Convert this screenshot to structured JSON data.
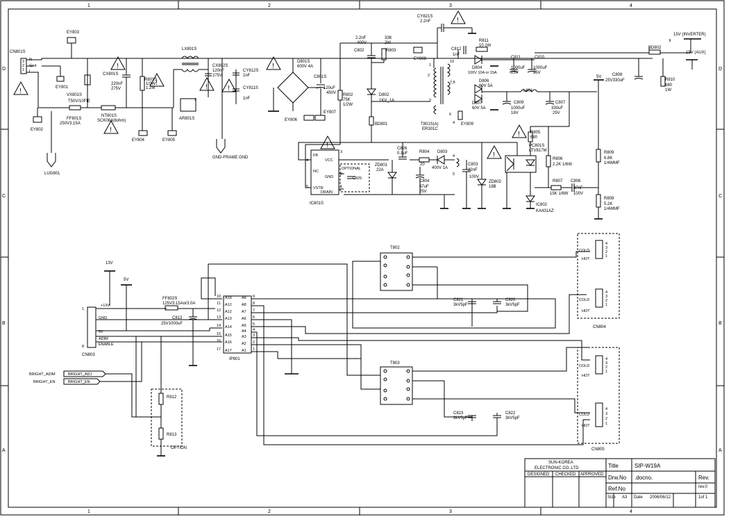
{
  "frame": {
    "cols": [
      "1",
      "2",
      "3",
      "4"
    ],
    "rows": [
      "D",
      "C",
      "B",
      "A"
    ]
  },
  "power_section": {
    "cn801s": "CN801S",
    "pin_numbers": [
      "3",
      "2",
      "1"
    ],
    "pin_labels": [
      "N",
      "Gnd",
      "L"
    ],
    "ey803": "EY803",
    "ey801": "EY801",
    "ey802": "EY802",
    "lug801": "LUG801",
    "vx801s": "VX801S",
    "cx801s": "CX801S",
    "cx801s_val": [
      "220nF",
      "275V"
    ],
    "r801s": "R801S",
    "r801s_val": [
      "1/2W",
      "1.2M"
    ],
    "ff801s": "FF801S",
    "ff801s_val": [
      "T50V/10FIE",
      "250V3.15A"
    ],
    "nt801s": "NT801S",
    "nt801s_val": "SCK084(8ohm)",
    "ey804": "EY804",
    "ey805": "EY805",
    "lx801s": "LX801S",
    "cx802s": "CX802S",
    "cx802s_val": [
      "120nF",
      "275V"
    ],
    "ar801s": "AR801S",
    "cy812s": "CY812S",
    "cy812s_val": "1nF",
    "cy811s": "CY811S",
    "cy811s_val": "1nF",
    "gnd_frame": "GND-FRAME GND",
    "d801s": "D801S",
    "d801s_val": "600V 4A",
    "ey806": "EY806",
    "ey807": "EY807",
    "c801s": "C801S",
    "c801s_val": [
      "120uF",
      "450V"
    ],
    "r802": "R802",
    "r802_val": [
      "75K",
      "1/2W"
    ],
    "c802": "C802",
    "c802_val": [
      "2.2nF",
      "400V"
    ],
    "r803": "R803",
    "r803_val": [
      "33K",
      "2W"
    ],
    "d802": "D802",
    "d802_val": "1KV_1A",
    "bd801": "BD801",
    "cy821s": "CY821S",
    "cy821s_val": "2.2nF",
    "ey808": "EY808",
    "ey809": "EY809",
    "t801s": "T801S(A)",
    "t801s_part": "ER301C",
    "t_pins": [
      "1",
      "2",
      "3",
      "4",
      "10",
      "7,8",
      "6"
    ],
    "c812": "C812",
    "c812_val": "1nF",
    "r811": "R811",
    "r811_val": "10 1W",
    "d804": "D804",
    "d804_val": "100V 10A  or 15A",
    "d806": "D806",
    "d806_val": "60V 5A",
    "d807": "D807",
    "d807_val": "60V 5A",
    "c811": "C811",
    "c811_val": [
      "1000uF",
      "25V"
    ],
    "c810": "C810",
    "c810_val": [
      "1000uF",
      "25V"
    ],
    "l801": "L801",
    "c809": "C809",
    "c809_val": [
      "1000uF",
      "16V"
    ],
    "c807": "C807",
    "c807_val": [
      "330uF",
      "25V"
    ],
    "bd802": "BD802",
    "r810": "R810",
    "r810_val": [
      "680",
      "1W"
    ],
    "c808": "C808",
    "c808_val": "25V330uF",
    "out_15v_inv": "15V (INVERTER)",
    "out_15v_aux": "15V (AUX)",
    "out_5v": "5V",
    "pc801s": "PC801S",
    "pc801s_val": "LTV817M",
    "r805": "R805",
    "r805_val": "680",
    "r806": "R806",
    "r806_val": "2.2K 1/6W",
    "r807": "R807",
    "r807_val": "15K 1/6W",
    "c806": "C806",
    "c806_val": [
      "47nF",
      "100V"
    ],
    "r809": "R809",
    "r809_val": [
      "6.8K",
      "1/4WMF"
    ],
    "r808": "R808",
    "r808_val": [
      "5.2K",
      "1/4WMF"
    ],
    "ic802": "IC802",
    "ic802_val": "KA431AZ",
    "ic801s": "IC801S",
    "ic_pins": {
      "fb": "FB",
      "nc": "NC",
      "vstr": "VSTR",
      "vcc": "VCC",
      "gnd": "GND",
      "drain": "DRAIN"
    },
    "ic_pin_nums": [
      "4",
      "5",
      "3",
      "2",
      "1"
    ],
    "optional": "OPTIONAL",
    "c825": "C825",
    "c826": "C826",
    "c826_val": "0.1uF",
    "r804": "R804",
    "r804_val": "20",
    "d803": "D803",
    "d803_val": "400V 1A",
    "zd801": "ZD801",
    "zd801_val": "22A",
    "c804": "C804",
    "c804_val": [
      "47uF",
      "25V"
    ],
    "c803": "C803",
    "c803_val": [
      "22nF",
      "100V"
    ],
    "zd802": "ZD802",
    "zd802_val": "18B"
  },
  "inverter_section": {
    "cn803": "CN803",
    "cn803_pins": [
      "+13V",
      "GND",
      "5V",
      "ADIM",
      "ENABLE"
    ],
    "cn803_first": "1",
    "cn803_last": "8",
    "v13": "13V",
    "v5": "5V",
    "ff802s": "FF802S",
    "ff802s_val": "125V3.15Aor3.0A",
    "c813": "C813",
    "c813_val": "25V1000uF",
    "ip801": "IP801",
    "ip_left_pins": [
      "A18",
      "A12",
      "A12",
      "A13",
      "A14",
      "A15",
      "A16",
      "A17"
    ],
    "ip_left_nums": [
      "10",
      "11",
      "12",
      "13",
      "14",
      "15",
      "16",
      "17"
    ],
    "ip_right_pins": [
      "A8",
      "A8",
      "A7",
      "A6",
      "A5",
      "A4",
      "A3",
      "A2",
      "A1"
    ],
    "ip_right_nums": [
      "9",
      "8",
      "7",
      "6",
      "5",
      "4",
      "3",
      "2",
      "1"
    ],
    "bright_adim": "BRIGHT_ADIM",
    "bright_adj": "BRIGHT_ADJ",
    "bright_en": "BRIGHT_EN",
    "bright_en_tag": "BRIGHT_EN",
    "r812": "R812",
    "r813": "R813",
    "option": "OPTION",
    "t802": "T802",
    "t803": "T803",
    "c821": "C821",
    "c821_val": "3kV5pF",
    "c820": "C820",
    "c820_val": "3kV5pF",
    "c823": "C823",
    "c823_val": "3kV5pF",
    "c822": "C822",
    "c822_val": "3kV5pF",
    "cn804": "CN804",
    "cn805": "CN805",
    "cold": "COLD",
    "hot": "HOT",
    "lamp_pins": [
      "4",
      "3",
      "2",
      "1"
    ]
  },
  "title_block": {
    "company": [
      "SUN-KOREA",
      "ELECTRONIC CO.,LTD"
    ],
    "designed": "DESIGNED",
    "checked": "CHECKED",
    "approved": "APPROVED",
    "title_label": "Title",
    "title_value": "SIP-W19A",
    "drw_label": "Drw.No",
    "drw_value": ".docno.",
    "ref_label": "Ref.No",
    "rev_label": "Rev.",
    "rev_value": "rev.0",
    "size_label": "Size",
    "size_value": "A3",
    "date_label": "Date",
    "date_value": "2006/06/12",
    "sheet_value": "1of 1"
  }
}
